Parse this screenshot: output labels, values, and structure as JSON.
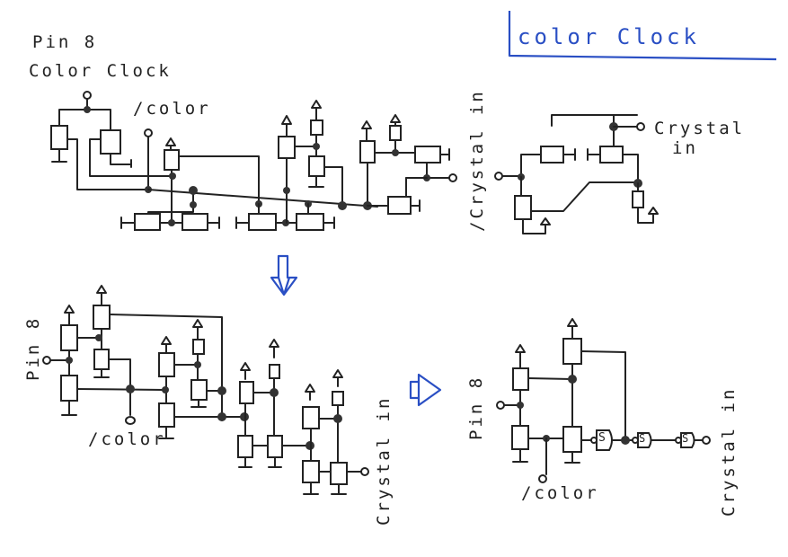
{
  "title": "color Clock",
  "colors": {
    "ink": "#222222",
    "accent": "#2a4fc4"
  },
  "panel_top_left": {
    "labels": [
      "Pin 8",
      "Color Clock",
      "/color"
    ]
  },
  "panel_top_middle": {
    "labels": [
      "/Crystal in"
    ]
  },
  "panel_top_right": {
    "labels": [
      "Crystal",
      "in"
    ]
  },
  "panel_bottom_left": {
    "labels": [
      "Pin 8",
      "/color",
      "Crystal in"
    ]
  },
  "panel_bottom_right": {
    "labels": [
      "Pin 8",
      "/color",
      "Crystal in"
    ],
    "gate_symbol": "S"
  },
  "arrows": [
    "arrow-down",
    "arrow-right"
  ]
}
